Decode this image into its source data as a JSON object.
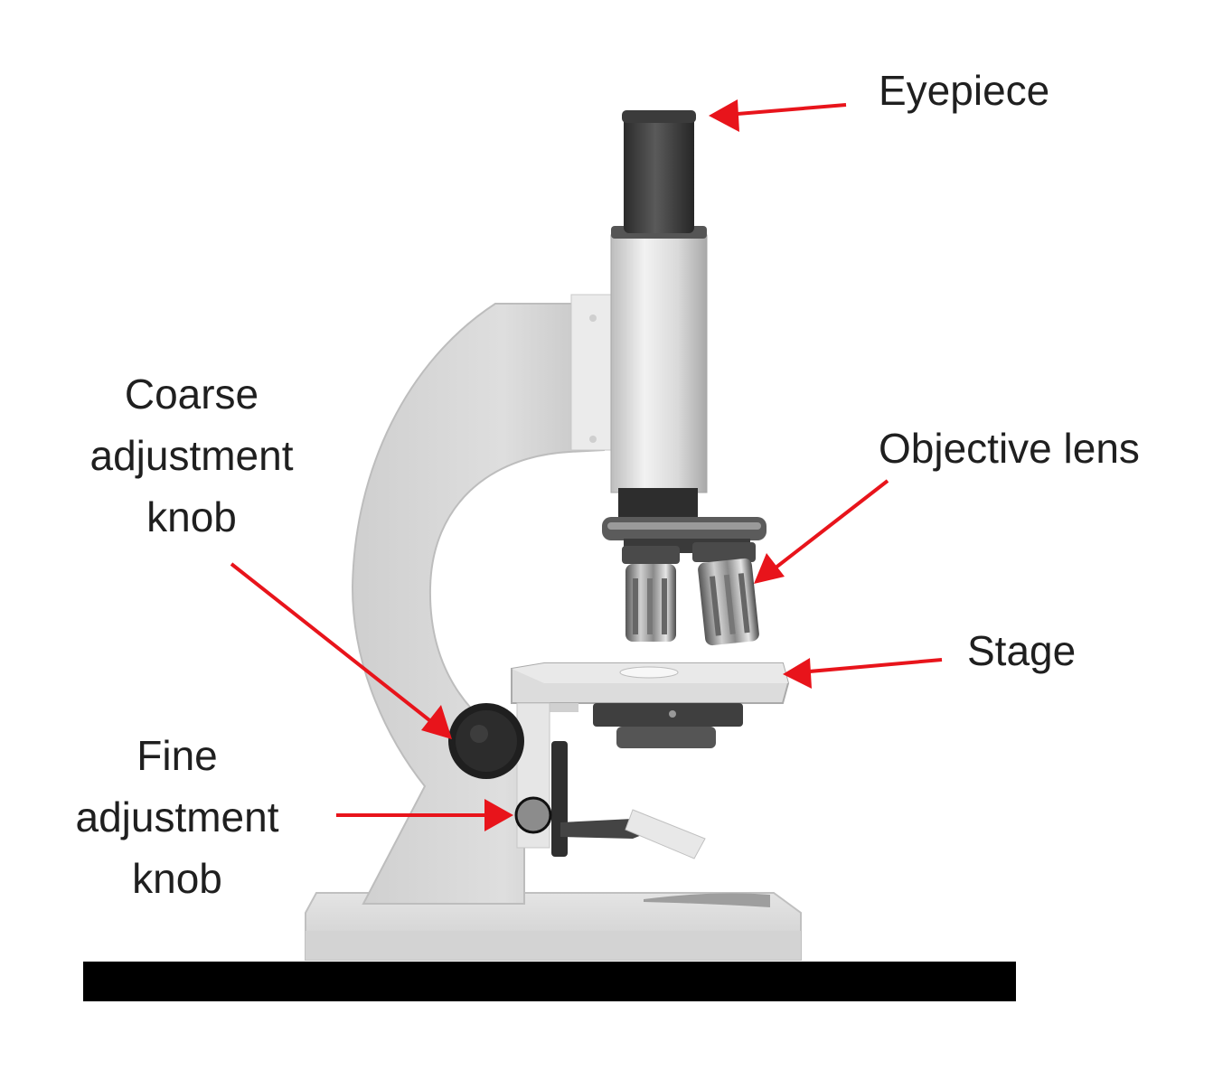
{
  "labels": {
    "eyepiece": "Eyepiece",
    "objective": "Objective lens",
    "stage": "Stage",
    "coarse": [
      "Coarse",
      "adjustment",
      "knob"
    ],
    "fine": [
      "Fine",
      "adjustment",
      "knob"
    ]
  },
  "colors": {
    "arrow": "#e8141b",
    "label_text": "#1f1f1f",
    "body_light": "#e2e2e2",
    "body_mid": "#c9c9c9",
    "dark_metal": "#3a3a3a",
    "table": "#000000"
  }
}
